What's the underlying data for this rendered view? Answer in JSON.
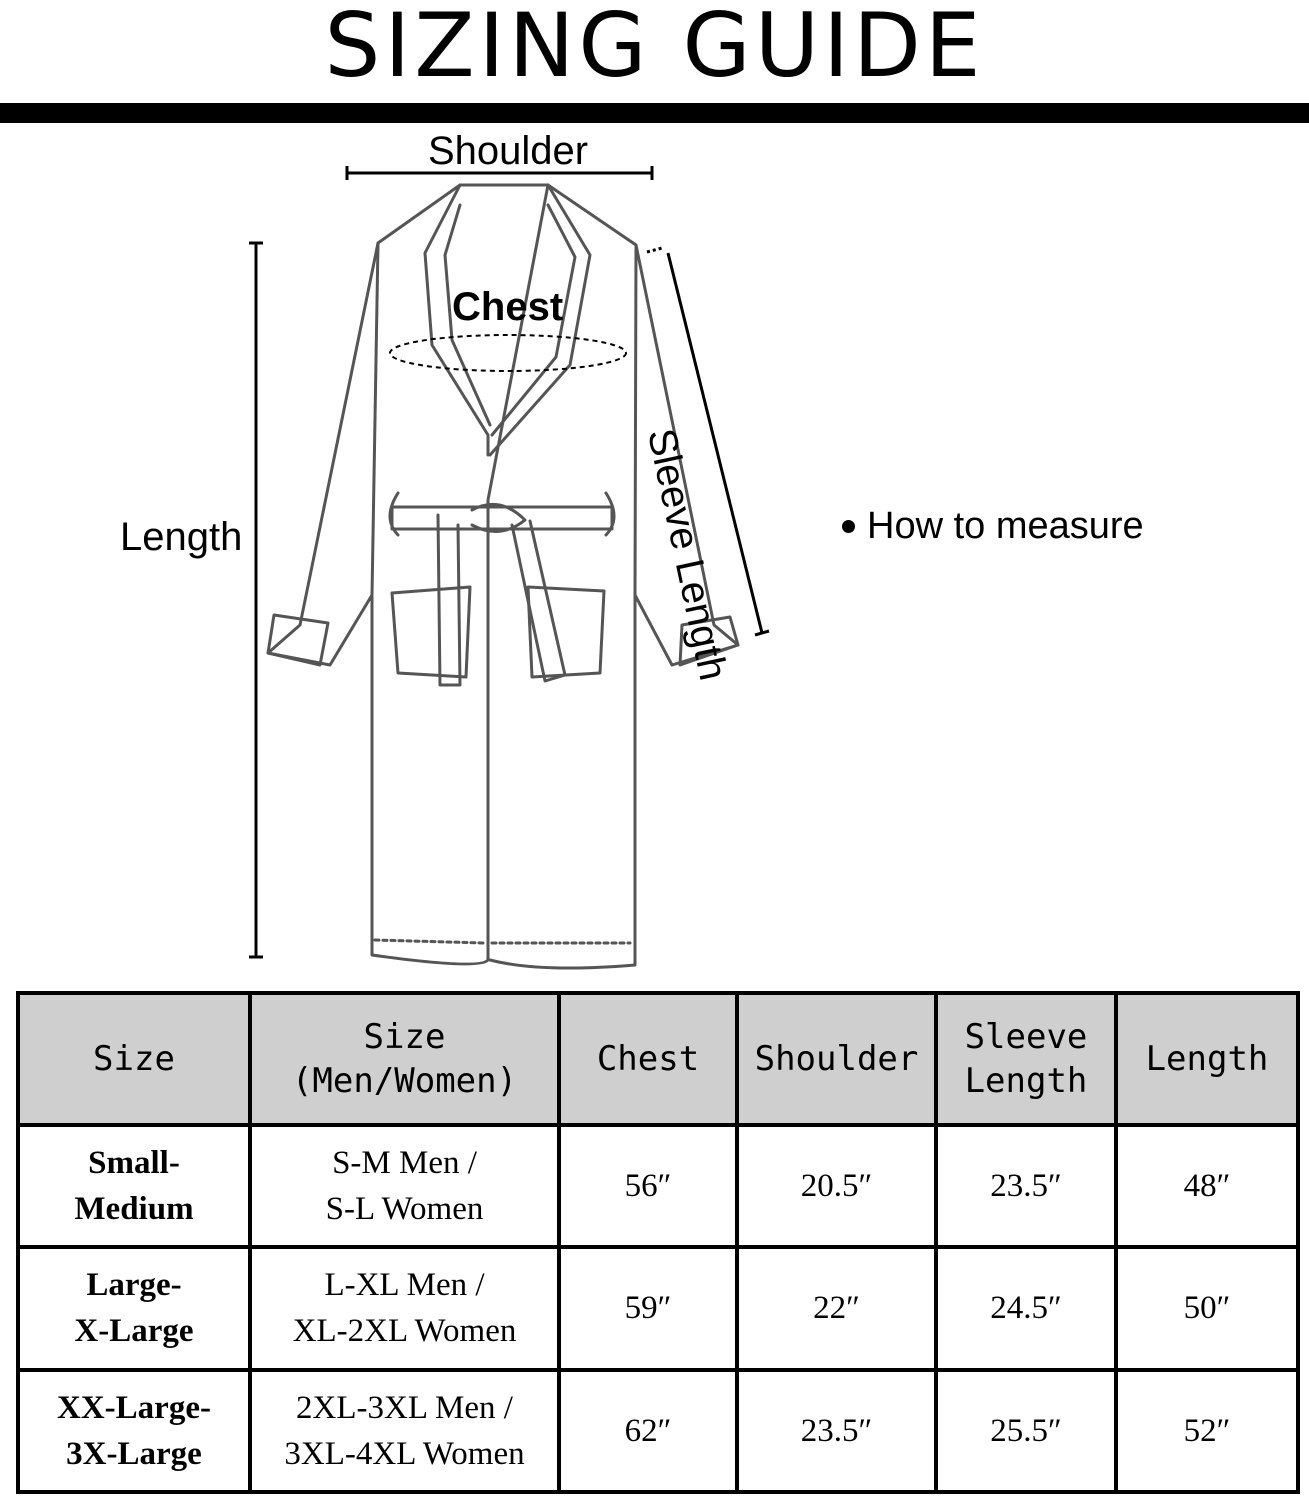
{
  "title": "SIZING GUIDE",
  "diagram": {
    "shoulder_label": "Shoulder",
    "chest_label": "Chest",
    "length_label": "Length",
    "sleeve_label": "Sleeve Length",
    "how_to_measure": "How to measure"
  },
  "table": {
    "headers": [
      {
        "line1": "Size",
        "line2": ""
      },
      {
        "line1": "Size",
        "line2": "(Men/Women)"
      },
      {
        "line1": "Chest",
        "line2": ""
      },
      {
        "line1": "Shoulder",
        "line2": ""
      },
      {
        "line1": "Sleeve",
        "line2": "Length"
      },
      {
        "line1": "Length",
        "line2": ""
      }
    ],
    "rows": [
      {
        "size1": "Small-",
        "size2": "Medium",
        "mw1": "S-M Men /",
        "mw2": "S-L Women",
        "chest": "56″",
        "shoulder": "20.5″",
        "sleeve": "23.5″",
        "length": "48″"
      },
      {
        "size1": "Large-",
        "size2": "X-Large",
        "mw1": "L-XL Men /",
        "mw2": "XL-2XL Women",
        "chest": "59″",
        "shoulder": "22″",
        "sleeve": "24.5″",
        "length": "50″"
      },
      {
        "size1": "XX-Large-",
        "size2": "3X-Large",
        "mw1": "2XL-3XL Men /",
        "mw2": "3XL-4XL Women",
        "chest": "62″",
        "shoulder": "23.5″",
        "sleeve": "25.5″",
        "length": "52″"
      }
    ]
  }
}
